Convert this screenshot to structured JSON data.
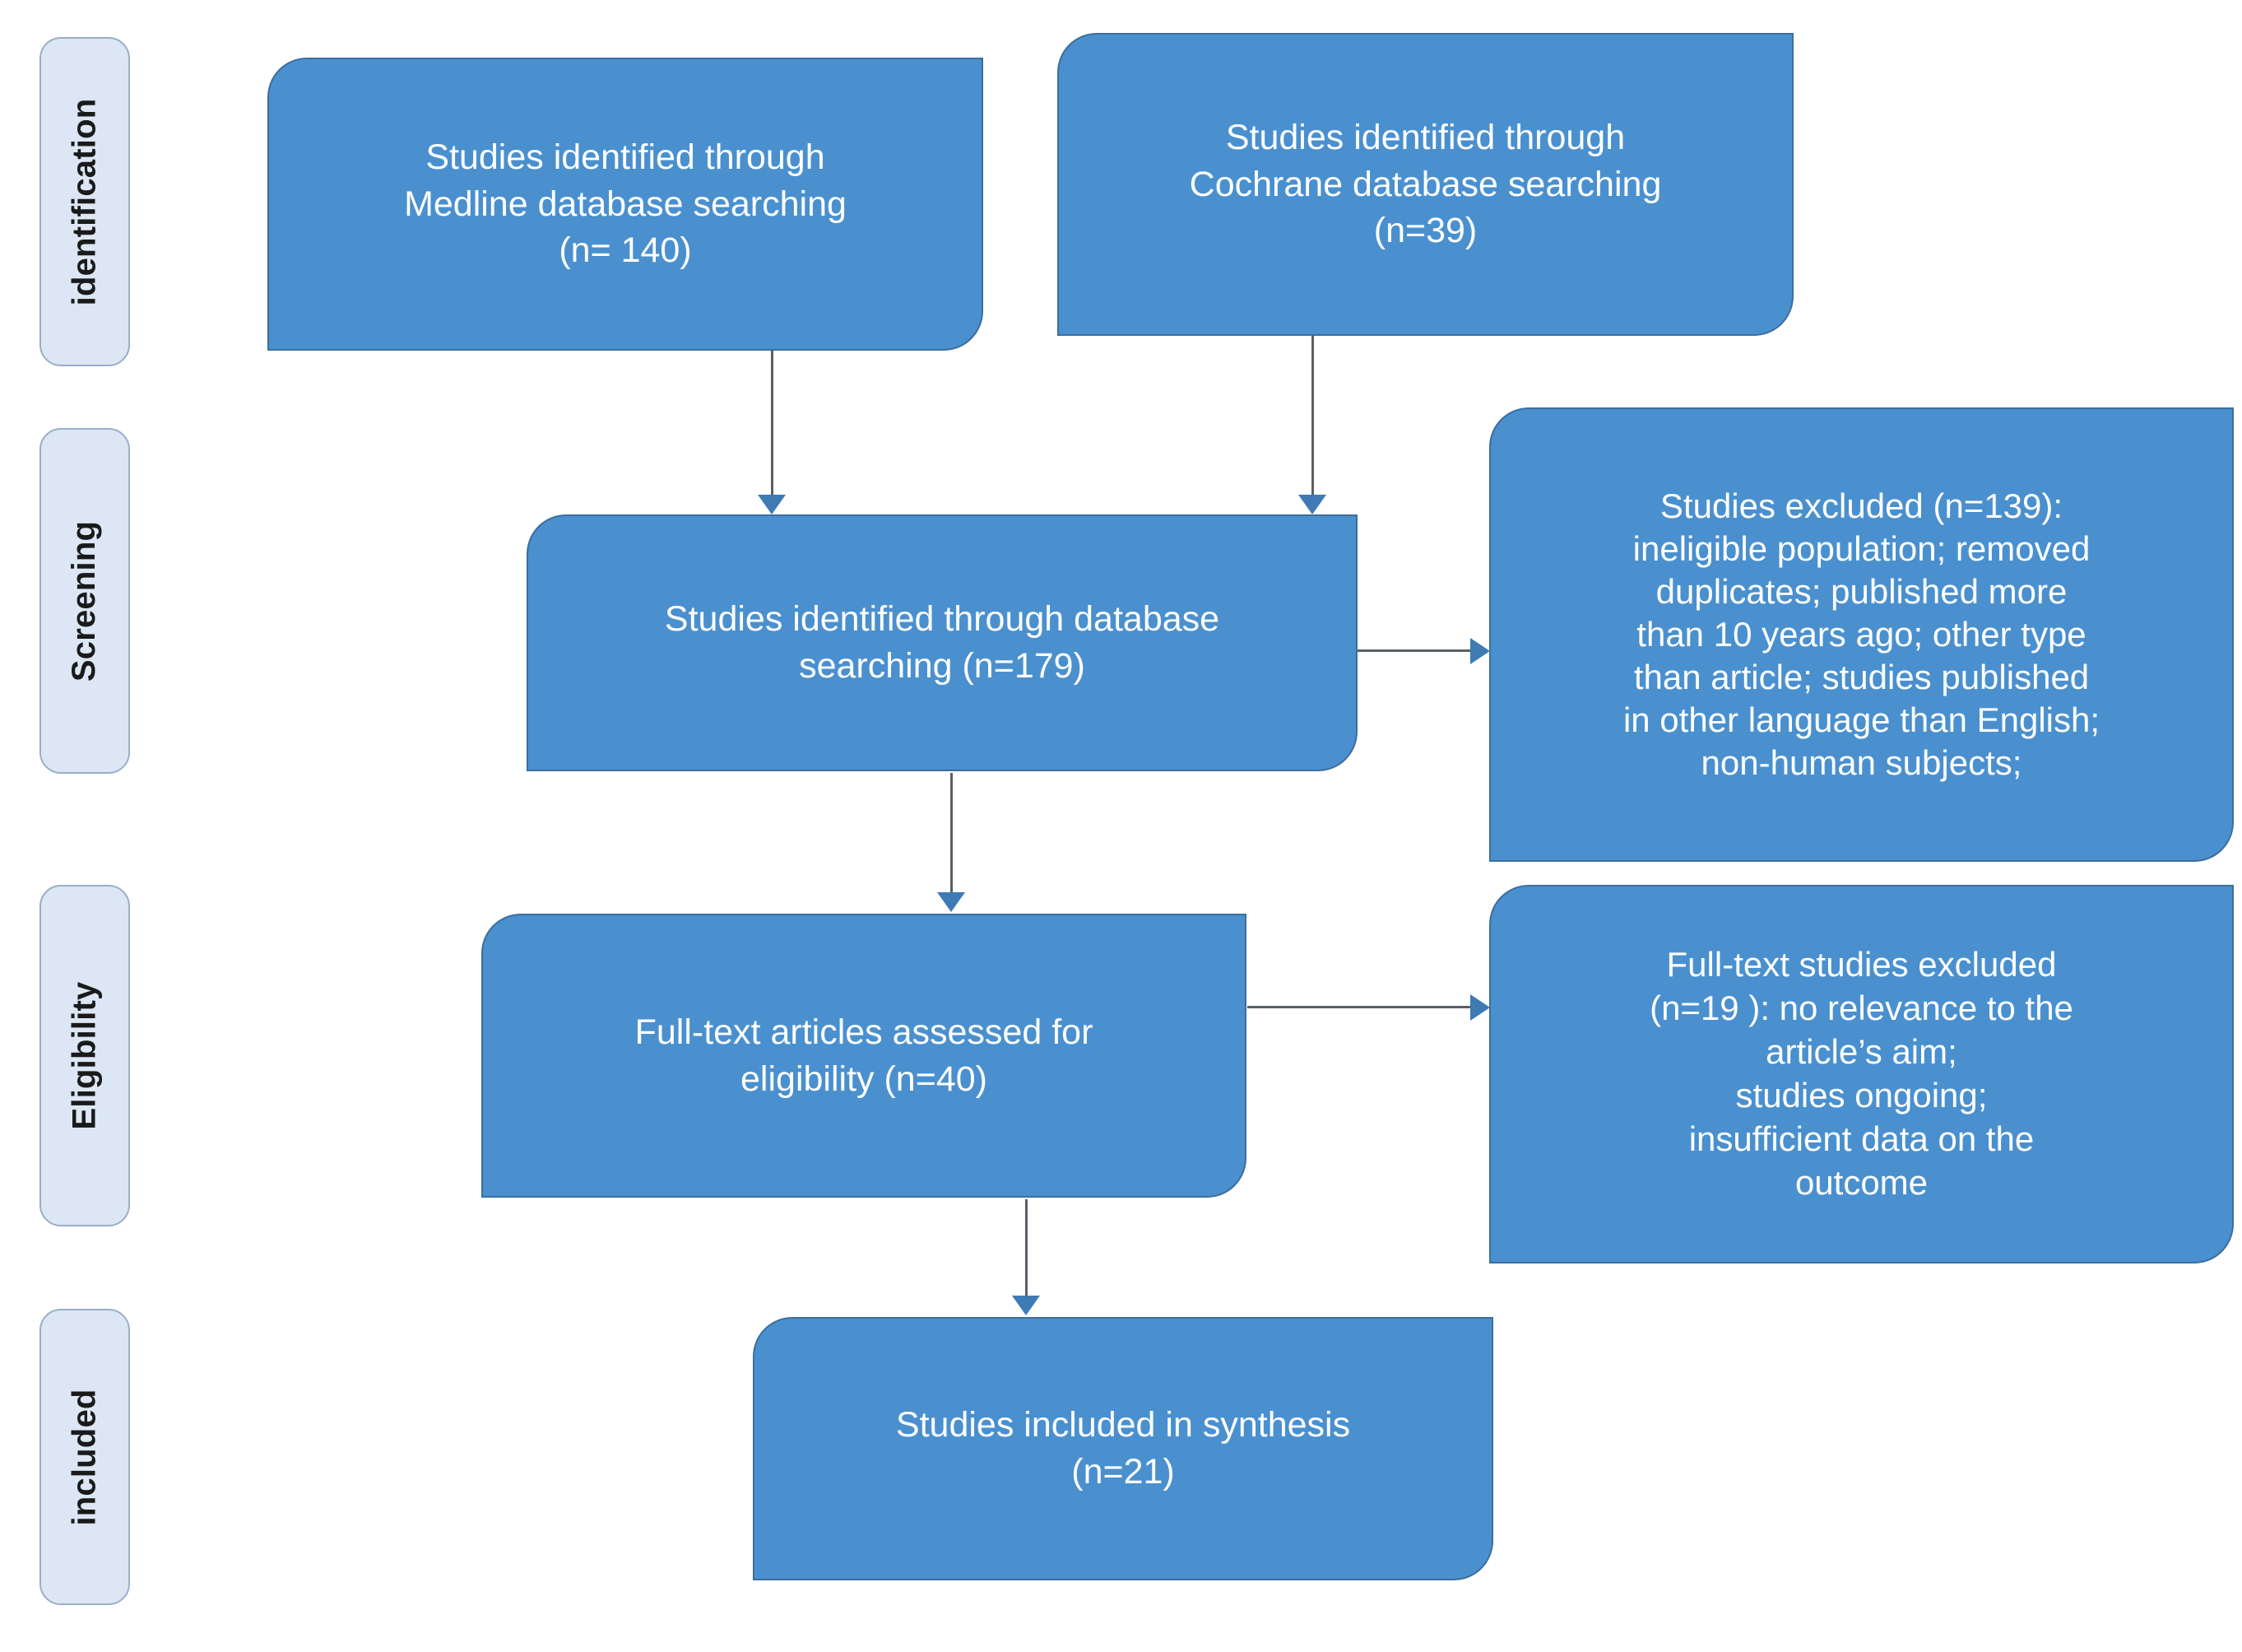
{
  "diagram": {
    "type": "prisma-flow-diagram",
    "background_color": "#FFFFFF",
    "box_fill_color": "#4A90CF",
    "box_border_color": "#3C6E9E",
    "box_text_color": "#FFFFFF",
    "stage_fill_color": "#DCE6F5",
    "stage_border_color": "#9BAEC8",
    "stage_text_color": "#1A1A1A",
    "connector_color": "#5A5F66",
    "arrowhead_color": "#3E7BB5"
  },
  "stages": [
    {
      "id": "identification",
      "label": "identification"
    },
    {
      "id": "screening",
      "label": "Screening"
    },
    {
      "id": "eligibility",
      "label": "Eligibility"
    },
    {
      "id": "included",
      "label": "included"
    }
  ],
  "boxes": [
    {
      "id": "medline-search",
      "text": "Studies identified through\nMedline database searching\n(n= 140)",
      "count": 140,
      "stage": "identification"
    },
    {
      "id": "cochrane-search",
      "text": "Studies identified through\nCochrane database searching\n(n=39)",
      "count": 39,
      "stage": "identification"
    },
    {
      "id": "combined-search",
      "text": "Studies identified through database\nsearching (n=179)",
      "count": 179,
      "stage": "screening"
    },
    {
      "id": "studies-excluded",
      "text": "Studies excluded (n=139):\nineligible population; removed\nduplicates; published more\nthan 10 years ago; other type\nthan article; studies published\nin other language than English;\nnon-human subjects;",
      "count": 139,
      "stage": "screening"
    },
    {
      "id": "fulltext-assessed",
      "text": "Full-text articles assessed for\neligibility (n=40)",
      "count": 40,
      "stage": "eligibility"
    },
    {
      "id": "fulltext-excluded",
      "text": "Full-text studies excluded\n(n=19 ): no relevance to the\narticle’s aim;\nstudies ongoing;\ninsufficient data on the\noutcome",
      "count": 19,
      "stage": "eligibility"
    },
    {
      "id": "included-synthesis",
      "text": "Studies included in synthesis\n(n=21)",
      "count": 21,
      "stage": "included"
    }
  ],
  "connectors": [
    {
      "id": "medline-to-combined",
      "from": "medline-search",
      "to": "combined-search",
      "direction": "down"
    },
    {
      "id": "cochrane-to-combined",
      "from": "cochrane-search",
      "to": "combined-search",
      "direction": "down"
    },
    {
      "id": "combined-to-excluded",
      "from": "combined-search",
      "to": "studies-excluded",
      "direction": "right"
    },
    {
      "id": "combined-to-fulltext",
      "from": "combined-search",
      "to": "fulltext-assessed",
      "direction": "down"
    },
    {
      "id": "fulltext-to-fulltext-excluded",
      "from": "fulltext-assessed",
      "to": "fulltext-excluded",
      "direction": "right"
    },
    {
      "id": "fulltext-to-included",
      "from": "fulltext-assessed",
      "to": "included-synthesis",
      "direction": "down"
    }
  ]
}
